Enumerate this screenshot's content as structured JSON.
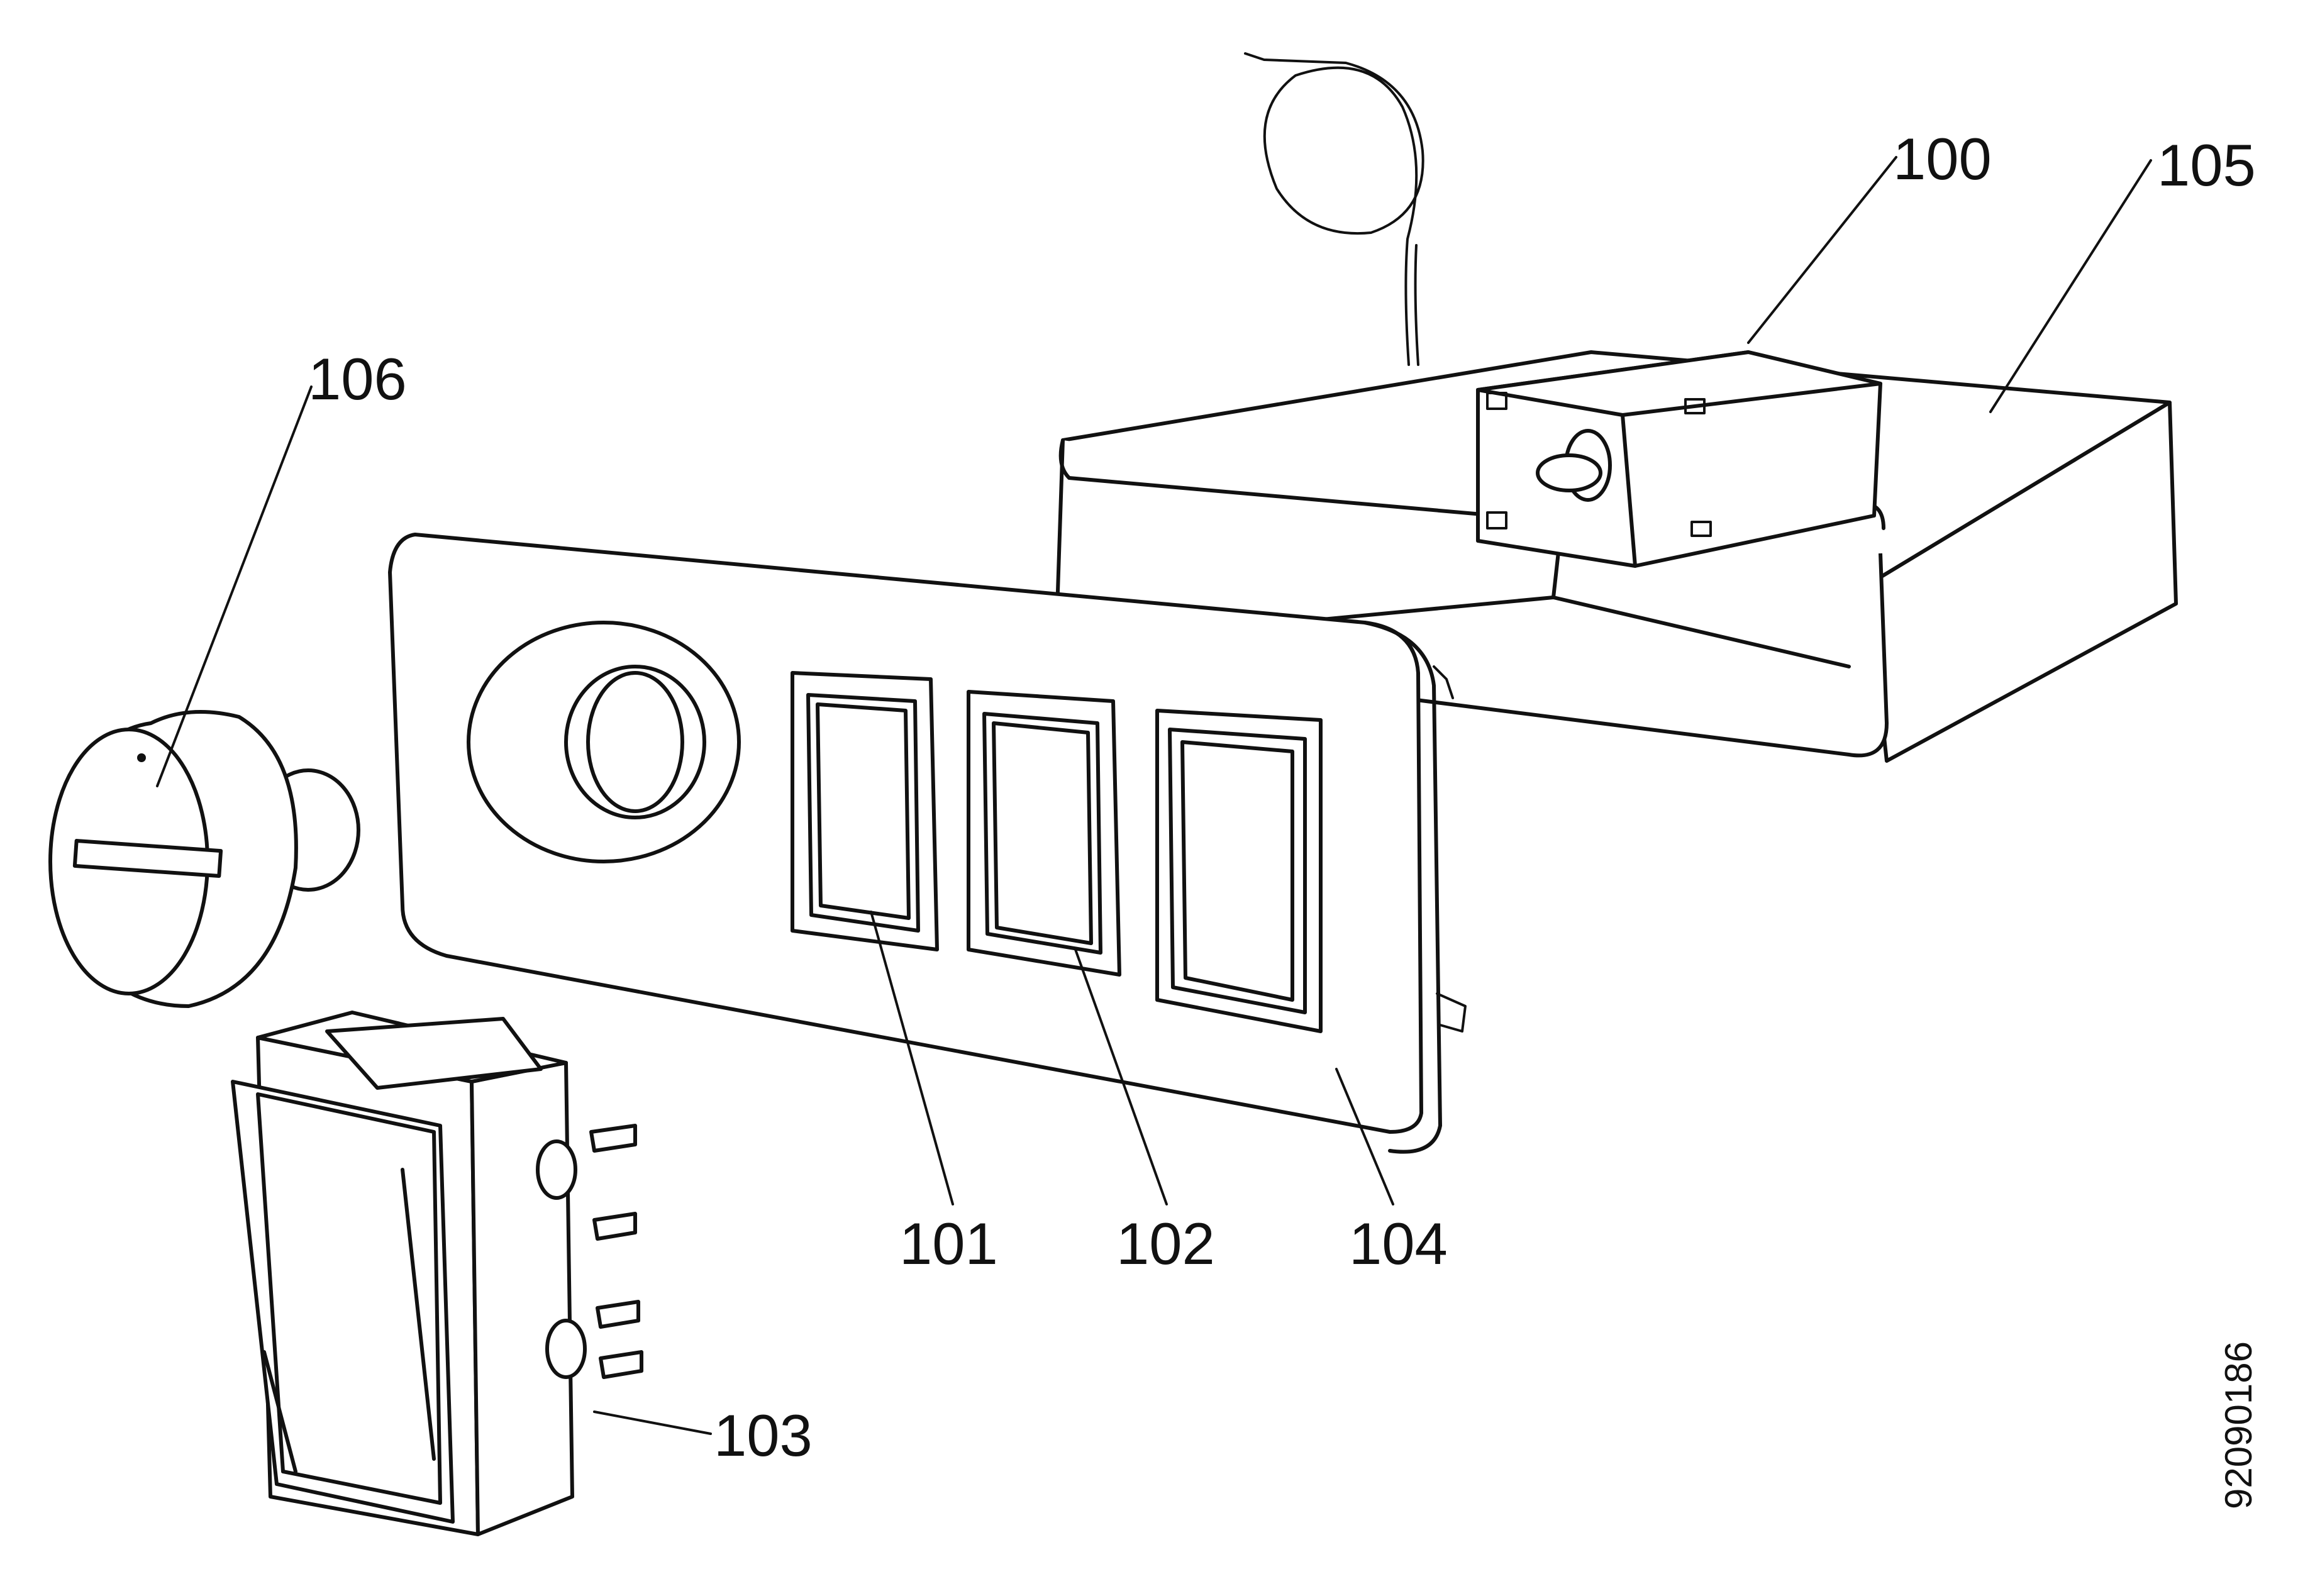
{
  "labels": {
    "thermostat": "100",
    "switch_101": "101",
    "switch_102": "102",
    "switch_103": "103",
    "panel": "104",
    "housing": "105",
    "knob": "106"
  },
  "figure_id": "92090186"
}
